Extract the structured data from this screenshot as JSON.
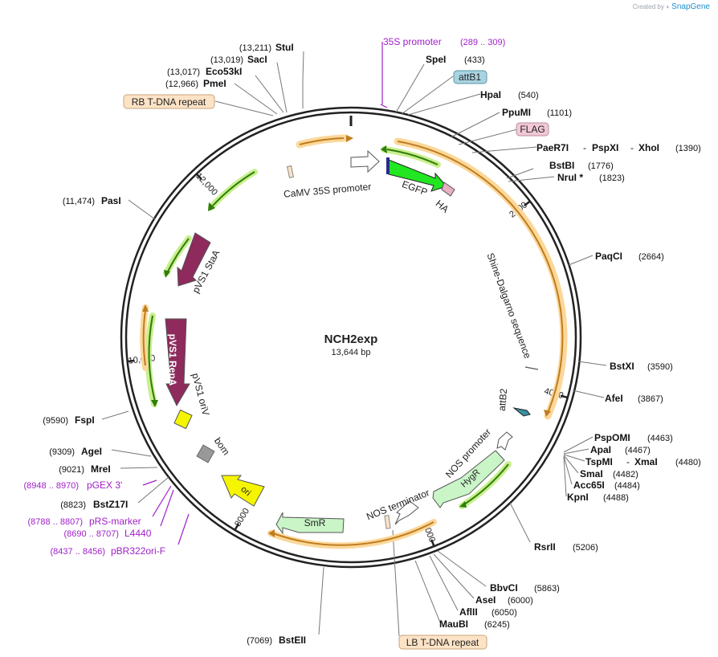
{
  "header": {
    "created_by": "Created by",
    "brand": "SnapGene"
  },
  "plasmid": {
    "name": "NCH2exp",
    "size_label": "13,644 bp",
    "total_bp": 13644
  },
  "ticks": [
    {
      "bp": 2000,
      "label": "2000"
    },
    {
      "bp": 4000,
      "label": "4000"
    },
    {
      "bp": 6000,
      "label": "6000"
    },
    {
      "bp": 8000,
      "label": "8000"
    },
    {
      "bp": 10000,
      "label": "10,000"
    },
    {
      "bp": 12000,
      "label": "12,000"
    }
  ],
  "enzymes": [
    {
      "name": "StuI",
      "pos": "(13,211)"
    },
    {
      "name": "SacI",
      "pos": "(13,019)"
    },
    {
      "name": "Eco53kI",
      "pos": "(13,017)"
    },
    {
      "name": "PmeI",
      "pos": "(12,966)"
    },
    {
      "name": "SpeI",
      "pos": "(433)"
    },
    {
      "name": "HpaI",
      "pos": "(540)"
    },
    {
      "name": "PpuMI",
      "pos": "(1101)"
    },
    {
      "name": "PaeR7I",
      "pos": ""
    },
    {
      "name": "PspXI",
      "pos": ""
    },
    {
      "name": "XhoI",
      "pos": "(1390)"
    },
    {
      "name": "BstBI",
      "pos": "(1776)"
    },
    {
      "name": "NruI *",
      "pos": "(1823)"
    },
    {
      "name": "PaqCI",
      "pos": "(2664)"
    },
    {
      "name": "BstXI",
      "pos": "(3590)"
    },
    {
      "name": "AfeI",
      "pos": "(3867)"
    },
    {
      "name": "PspOMI",
      "pos": "(4463)"
    },
    {
      "name": "ApaI",
      "pos": "(4467)"
    },
    {
      "name": "TspMI",
      "pos": ""
    },
    {
      "name": "XmaI",
      "pos": "(4480)"
    },
    {
      "name": "SmaI",
      "pos": "(4482)"
    },
    {
      "name": "Acc65I",
      "pos": "(4484)"
    },
    {
      "name": "KpnI",
      "pos": "(4488)"
    },
    {
      "name": "RsrII",
      "pos": "(5206)"
    },
    {
      "name": "BbvCI",
      "pos": "(5863)"
    },
    {
      "name": "AseI",
      "pos": "(6000)"
    },
    {
      "name": "AflII",
      "pos": "(6050)"
    },
    {
      "name": "MauBI",
      "pos": "(6245)"
    },
    {
      "name": "BstEII",
      "pos": "(7069)"
    },
    {
      "name": "BstZ17I",
      "pos": "(8823)"
    },
    {
      "name": "MreI",
      "pos": "(9021)"
    },
    {
      "name": "AgeI",
      "pos": "(9309)"
    },
    {
      "name": "FspI",
      "pos": "(9590)"
    },
    {
      "name": "PasI",
      "pos": "(11,474)"
    }
  ],
  "primers": [
    {
      "name": "35S promoter",
      "pos": "(289 .. 309)"
    },
    {
      "name": "pGEX 3'",
      "pos": "(8948 .. 8970)"
    },
    {
      "name": "pRS-marker",
      "pos": "(8788 .. 8807)"
    },
    {
      "name": "L4440",
      "pos": "(8690 .. 8707)"
    },
    {
      "name": "pBR322ori-F",
      "pos": "(8437 .. 8456)"
    }
  ],
  "boxed_features": [
    {
      "name": "RB T-DNA repeat",
      "color": "#fde3c6"
    },
    {
      "name": "attB1",
      "color": "#a9d3e0"
    },
    {
      "name": "FLAG",
      "color": "#f2c8d6"
    },
    {
      "name": "LB T-DNA repeat",
      "color": "#fde3c6"
    }
  ],
  "features": {
    "camv35s": "CaMV 35S promoter",
    "egfp": "EGFP",
    "ha": "HA",
    "shine_dalgarno": "Shine-Dalgarno sequence",
    "attb2": "attB2",
    "nos_promoter": "NOS promoter",
    "hygr": "HygR",
    "nos_terminator": "NOS terminator",
    "smr": "SmR",
    "ori": "ori",
    "bom": "bom",
    "pvs1_oriv": "pVS1 oriV",
    "pvs1_repa": "pVS1 RepA",
    "pvs1_staa": "pVS1 StaA"
  },
  "colors": {
    "backbone": "#222222",
    "enzyme_line": "#777777",
    "primer": "#a020c8",
    "orf_arrow": "#d4892a",
    "orf_glow": "#fbd89a",
    "green_arrow": "#2f7d0a",
    "green_glow": "#c9ef8e",
    "egfp": "#22e622",
    "hygr": "#c9f5c7",
    "smr": "#c9f5c7",
    "ori": "#f5f500",
    "pvs1": "#8e2a5c",
    "bom": "#999999",
    "attb2": "#3a8fa0"
  }
}
